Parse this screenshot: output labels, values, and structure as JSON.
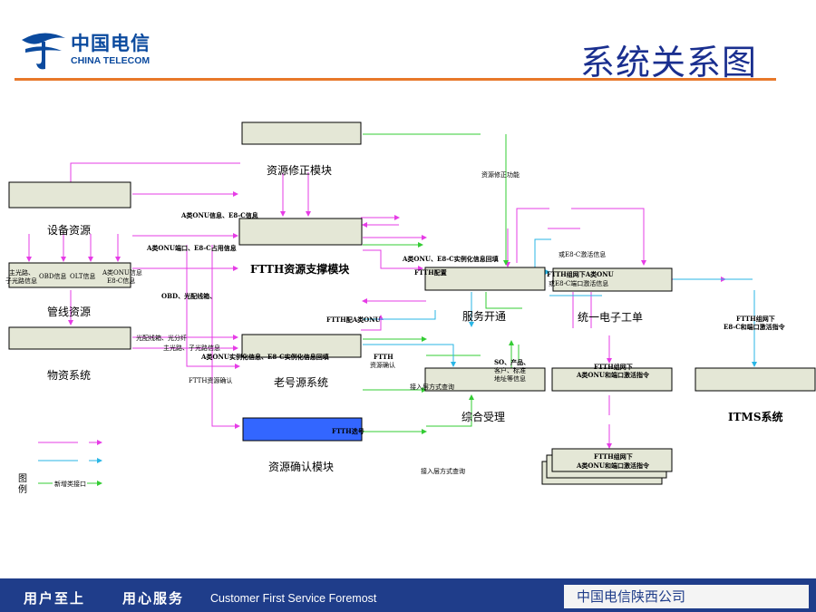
{
  "header": {
    "logo_cn": "中国电信",
    "logo_en": "CHINA TELECOM",
    "title": "系统关系图"
  },
  "modules": {
    "correction": "资源修正模块",
    "ftth_support": "FTTH资源支撑模块",
    "old_number": "老号源系统",
    "confirm": "资源确认模块",
    "equipment": "设备资源",
    "pipeline": "管线资源",
    "material": "物资系统",
    "service_open": "服务开通",
    "work_order": "统一电子工单",
    "accept": "综合受理",
    "itms": "ITMS系统"
  },
  "labels": {
    "correction_fn": "资源修正功能",
    "a_onu_e8c": "A类ONU信息、E8-C信息",
    "a_onu_port": "A类ONU端口、E8-C占用信息",
    "main_route": "主光路、",
    "sub_route": "子光路信息",
    "obd_info": "OBD信息",
    "olt_info": "OLT信息",
    "a_onu_info": "A类ONU信息",
    "e8c_info": "E8-C信息",
    "obd_box": "OBD、光配线箱、",
    "box_list": "光配线箱、光分纤",
    "main_sub": "主光路、子光路信息",
    "ftth_confirm": "FTTH资源确认",
    "a_onu_inst": "A类ONU实例化信息、E8-C实例化信息回填",
    "ftth_config": "FTTH配置",
    "ftth_config_a": "FTTH配A类ONU",
    "inst_feedback": "A类ONU、E8-C实例化信息回填",
    "ftth_res_confirm_1": "FTTH",
    "ftth_res_confirm_2": "资源确认",
    "access_query": "接入层方式查询",
    "access_query_2": "接入层方式查询",
    "so_1": "SO、产品、",
    "so_2": "客户、标准",
    "so_3": "地址等信息",
    "ftth_select": "FTTH选号",
    "ftth_down_1": "FTTH组网下A类ONU",
    "ftth_down_2": "或E8-C端口激活信息",
    "e8c_activate": "或E8-C激活信息",
    "itms_cmd_1": "FTTH组网下",
    "itms_cmd_2": "E8-C和端口激活指令",
    "ftth_net_1": "FTTH组网下",
    "ftth_net_2": "A类ONU和端口激活指令",
    "stack_1": "FTTH组网下",
    "stack_2": "A类ONU和端口激活指令",
    "legend_title": "图例",
    "legend_new": "新增类接口"
  },
  "footer": {
    "slogan_cn_1": "用户至上",
    "slogan_cn_2": "用心服务",
    "slogan_en": "Customer First Service Foremost",
    "company": "中国电信陕西公司"
  },
  "colors": {
    "accent": "#e8782a",
    "brand_blue": "#1f3d8a",
    "box_fill": "#e4e7d6",
    "confirm_fill": "#3366ff",
    "magenta": "#e63ce6",
    "green": "#33cc33",
    "cyan": "#29b6e6"
  }
}
